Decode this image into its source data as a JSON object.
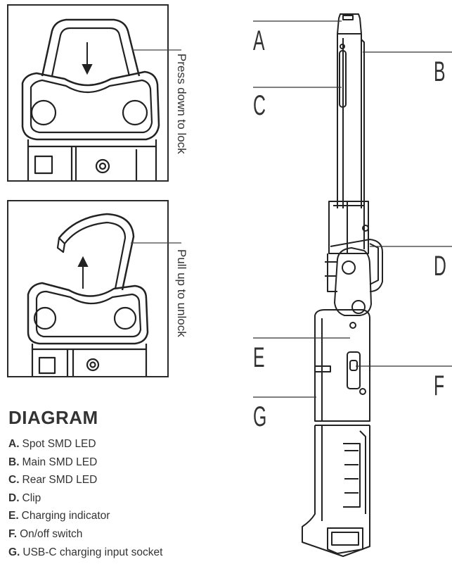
{
  "panels": {
    "lock_caption": "Press down to lock",
    "unlock_caption": "Pull up to unlock"
  },
  "legend": {
    "title": "DIAGRAM",
    "items": [
      {
        "key": "A.",
        "text": "Spot SMD LED"
      },
      {
        "key": "B.",
        "text": "Main SMD LED"
      },
      {
        "key": "C.",
        "text": "Rear SMD LED"
      },
      {
        "key": "D.",
        "text": "Clip"
      },
      {
        "key": "E.",
        "text": "Charging indicator"
      },
      {
        "key": "F.",
        "text": "On/off switch"
      },
      {
        "key": "G.",
        "text": "USB-C charging input socket"
      }
    ]
  },
  "callouts": {
    "a": "A",
    "b": "B",
    "c": "C",
    "d": "D",
    "e": "E",
    "f": "F",
    "g": "G"
  }
}
